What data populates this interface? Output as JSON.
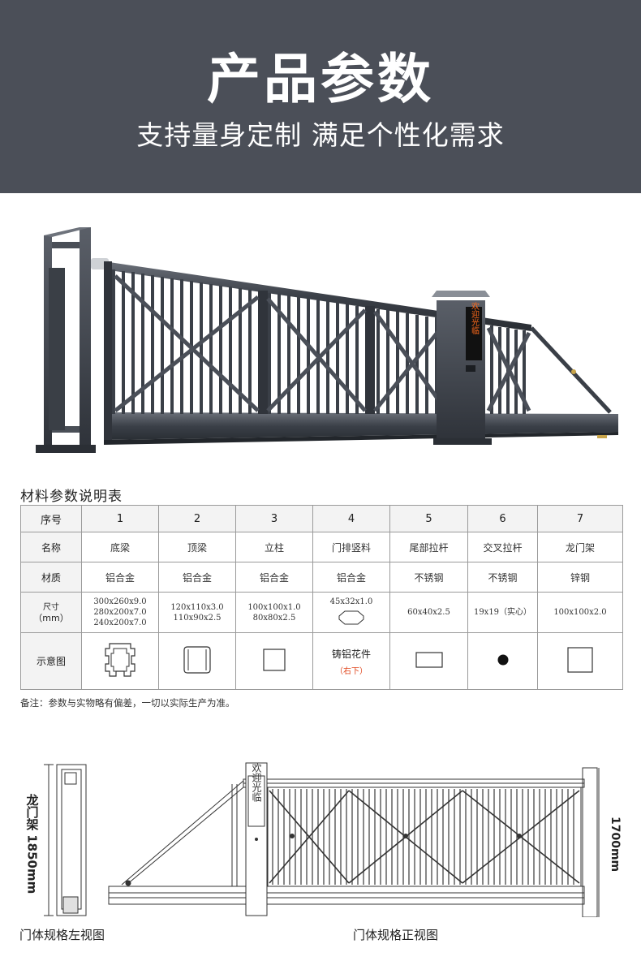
{
  "header": {
    "title": "产品参数",
    "subtitle": "支持量身定制 满足个性化需求"
  },
  "gate_photo": {
    "sign_text": "欢迎光临",
    "body_color": "#3e434b",
    "led_color": "#ff6a1a"
  },
  "table": {
    "title": "材料参数说明表",
    "row_labels": {
      "index": "序号",
      "name": "名称",
      "material": "材质",
      "size": "尺寸",
      "size_unit": "（mm）",
      "diagram": "示意图"
    },
    "columns": [
      {
        "index": "1",
        "name": "底梁",
        "material": "铝合金",
        "size": [
          "300x260x9.0",
          "280x200x7.0",
          "240x200x7.0"
        ],
        "shape": "bottom-beam-profile-icon"
      },
      {
        "index": "2",
        "name": "顶梁",
        "material": "铝合金",
        "size": [
          "120x110x3.0",
          "110x90x2.5"
        ],
        "shape": "top-beam-profile-icon"
      },
      {
        "index": "3",
        "name": "立柱",
        "material": "铝合金",
        "size": [
          "100x100x1.0",
          "80x80x2.5"
        ],
        "shape": "square-tube-icon"
      },
      {
        "index": "4",
        "name": "门排竖料",
        "material": "铝合金",
        "size": [
          "45x32x1.0"
        ],
        "shape": "octagon-profile-icon",
        "cast_label": "铸铝花件",
        "cast_note": "（右下）"
      },
      {
        "index": "5",
        "name": "尾部拉杆",
        "material": "不锈钢",
        "size": [
          "60x40x2.5"
        ],
        "shape": "rectangle-tube-icon"
      },
      {
        "index": "6",
        "name": "交叉拉杆",
        "material": "不锈钢",
        "size": [
          "19x19（实心）"
        ],
        "shape": "solid-dot-icon"
      },
      {
        "index": "7",
        "name": "龙门架",
        "material": "锌钢",
        "size": [
          "100x100x2.0"
        ],
        "shape": "square-tube-large-icon"
      }
    ],
    "accent_color": "#e0451c"
  },
  "note": "备注：参数与实物略有偏差，一切以实际生产为准。",
  "drawings": {
    "left_dimension": "龙门架 1850mm",
    "right_dimension": "1700mm",
    "front_sign": "欢迎光临",
    "caption_left": "门体规格左视图",
    "caption_front": "门体规格正视图"
  }
}
